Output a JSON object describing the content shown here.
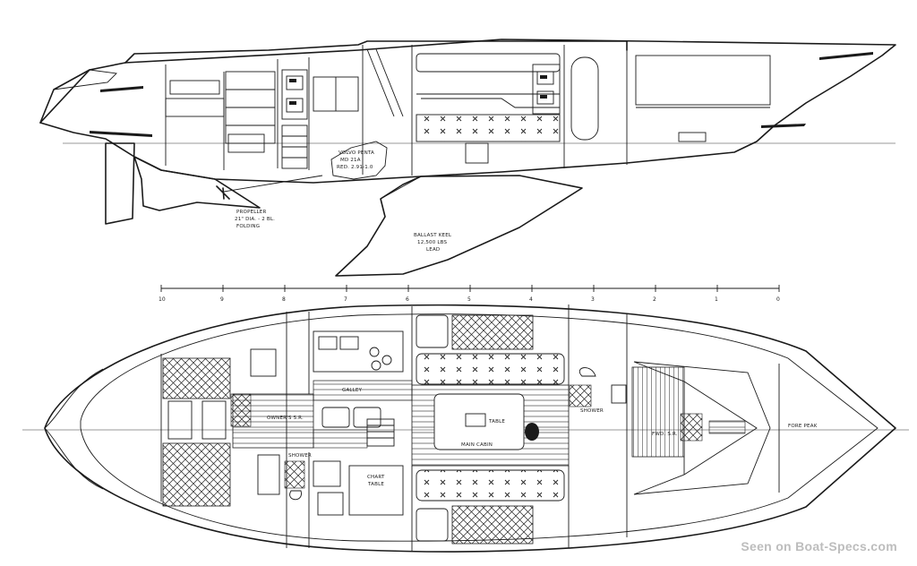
{
  "profile_labels": {
    "engine": [
      "VOLVO PENTA",
      "MD 21A",
      "RED. 2.91-1.0"
    ],
    "propeller": [
      "PROPELLER",
      "21\" DIA. - 2 BL.",
      "FOLDING"
    ],
    "keel": [
      "BALLAST KEEL",
      "12,500 LBS",
      "LEAD"
    ]
  },
  "scale_marks": [
    "10",
    "9",
    "8",
    "7",
    "6",
    "5",
    "4",
    "3",
    "2",
    "1",
    "0"
  ],
  "plan_labels": {
    "galley": "GALLEY",
    "owners_sr": "OWNER'S S.R.",
    "table": "TABLE",
    "main_cabin": "MAIN CABIN",
    "shower_aft": "SHOWER",
    "shower_fwd": "SHOWER",
    "chart_table": [
      "CHART",
      "TABLE"
    ],
    "fwd_sr": "FWD. S.R.",
    "fore_peak": "FORE PEAK"
  },
  "watermark": "Seen on Boat-Specs.com",
  "colors": {
    "ink": "#1a1a1a",
    "background": "#ffffff",
    "watermark": "#bdbdbd"
  }
}
